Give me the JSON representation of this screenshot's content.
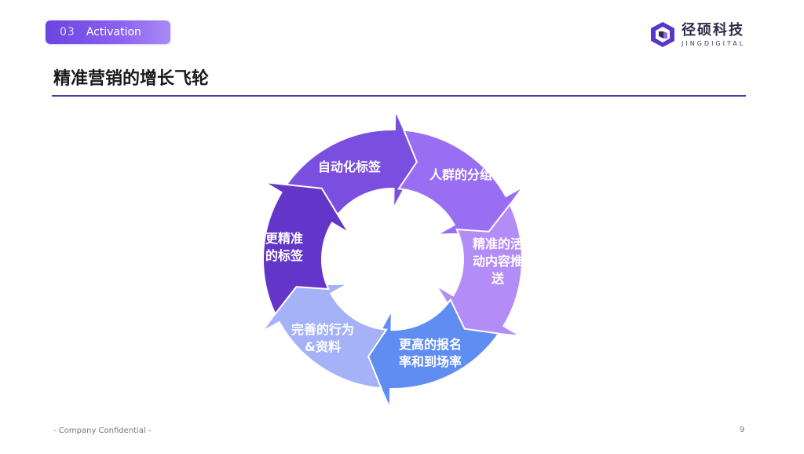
{
  "header": {
    "section_number": "03",
    "section_label": "Activation",
    "logo_name_cn": "径硕科技",
    "logo_name_en": "JINGDIGITAL"
  },
  "title": "精准营销的增长飞轮",
  "cycle": {
    "steps": [
      {
        "lines": [
          "自动化标签"
        ],
        "color": "#7a4fe0"
      },
      {
        "lines": [
          "人群的分组"
        ],
        "color": "#9a6ef2"
      },
      {
        "lines": [
          "精准的活",
          "动内容推",
          "送"
        ],
        "color": "#b48cf7"
      },
      {
        "lines": [
          "更高的报名",
          "率和到场率"
        ],
        "color": "#5f8df2"
      },
      {
        "lines": [
          "完善的行为",
          "&资料"
        ],
        "color": "#a6b2f7"
      },
      {
        "lines": [
          "更精准",
          "的标签"
        ],
        "color": "#6435c9"
      }
    ]
  },
  "footer": {
    "confidential": "- Company Confidential -",
    "page_number": "9"
  },
  "colors": {
    "accent": "#6b43e0",
    "rule": "#4a3aa8"
  }
}
